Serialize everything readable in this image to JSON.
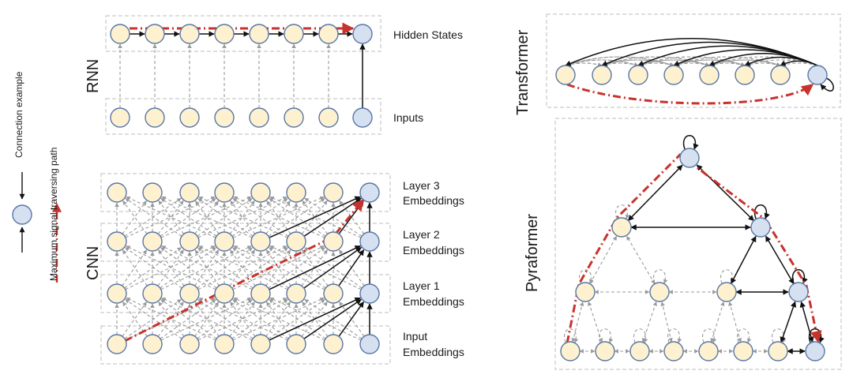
{
  "legend": {
    "connection_label": "Connection example",
    "signal_label": "Maximum signal traversing path"
  },
  "rnn": {
    "title": "RNN",
    "labels": {
      "hidden": "Hidden States",
      "inputs": "Inputs"
    }
  },
  "cnn": {
    "title": "CNN",
    "labels": {
      "layer3": [
        "Layer 3",
        "Embeddings"
      ],
      "layer2": [
        "Layer 2",
        "Embeddings"
      ],
      "layer1": [
        "Layer 1",
        "Embeddings"
      ],
      "input": [
        "Input",
        "Embeddings"
      ]
    }
  },
  "transformer": {
    "title": "Transformer"
  },
  "pyraformer": {
    "title": "Pyraformer"
  },
  "colors": {
    "node_fill": "#fdf1cf",
    "node_highlight_fill": "#d5e0f1",
    "node_stroke": "#5b78a6",
    "red_path": "#c8322c",
    "gray_edge": "#9a9a9a",
    "black_edge": "#111111",
    "box_border": "#c9c9c9"
  }
}
